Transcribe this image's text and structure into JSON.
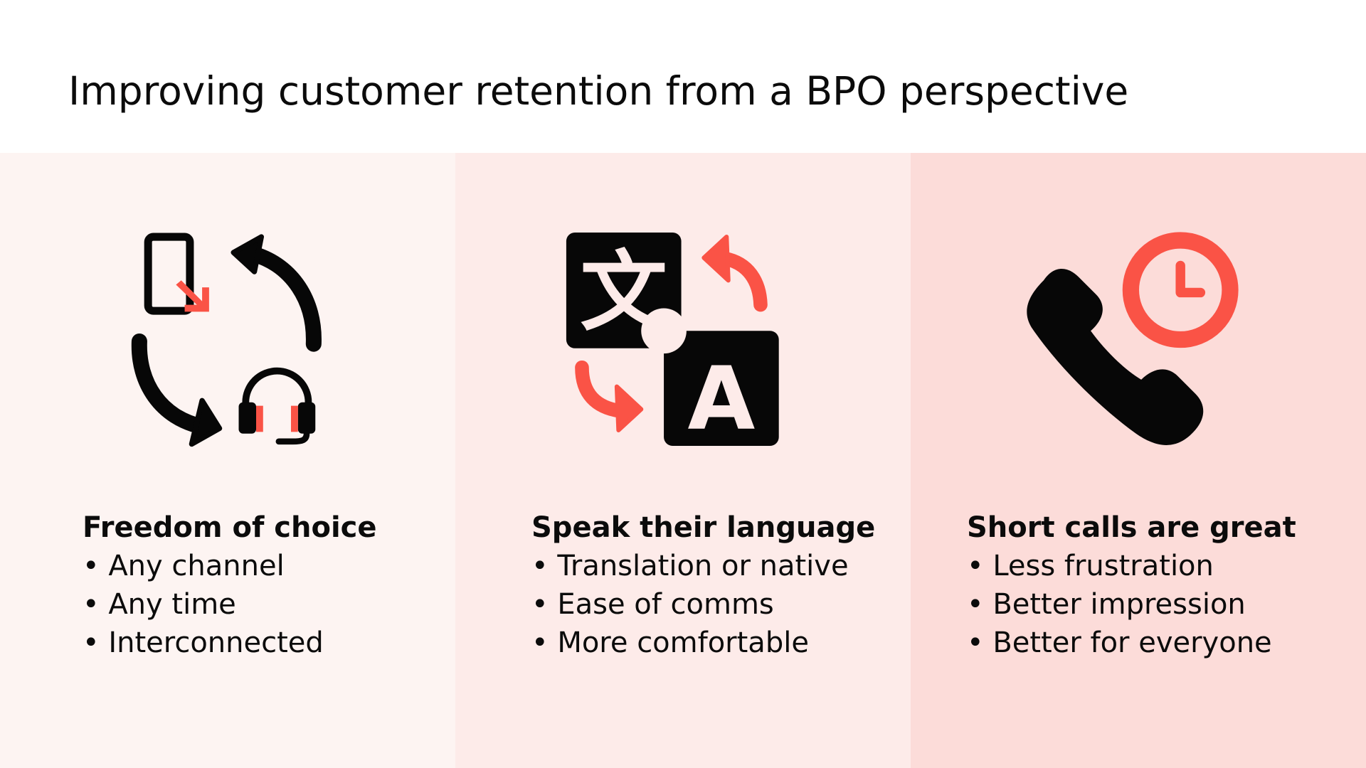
{
  "title": "Improving customer retention from a BPO perspective",
  "colors": {
    "accent": "#fa5346",
    "ink": "#070707",
    "panel1": "#fdf4f2",
    "panel2": "#fdebe9",
    "panel3": "#fcdcd9"
  },
  "panels": [
    {
      "icon": "omnichannel-cycle-icon",
      "heading": "Freedom of choice",
      "bullets": [
        "Any channel",
        "Any time",
        "Interconnected"
      ]
    },
    {
      "icon": "translate-icon",
      "heading": "Speak their language",
      "bullets": [
        "Translation or native",
        "Ease of comms",
        "More comfortable"
      ]
    },
    {
      "icon": "phone-clock-icon",
      "heading": "Short calls are great",
      "bullets": [
        "Less frustration",
        "Better impression",
        "Better for everyone"
      ]
    }
  ]
}
